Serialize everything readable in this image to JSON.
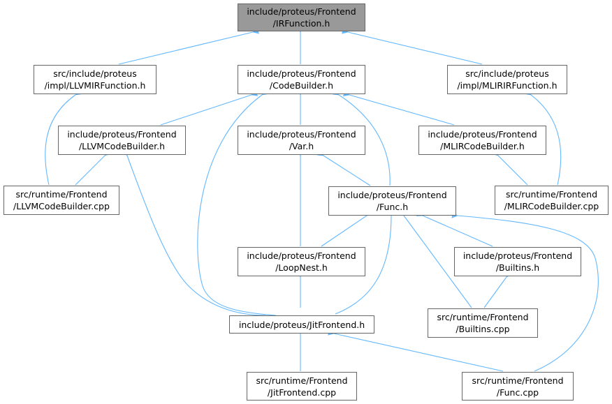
{
  "graph": {
    "edge_color": "#63b8ff",
    "node_border_color": "#666666",
    "root_fill_color": "#999999",
    "nodes": {
      "irfunction": {
        "line1": "include/proteus/Frontend",
        "line2": "/IRFunction.h"
      },
      "llvmirfunction": {
        "line1": "src/include/proteus",
        "line2": "/impl/LLVMIRFunction.h"
      },
      "codebuilder": {
        "line1": "include/proteus/Frontend",
        "line2": "/CodeBuilder.h"
      },
      "mlirirfunction": {
        "line1": "src/include/proteus",
        "line2": "/impl/MLIRIRFunction.h"
      },
      "llvmcodebuilder_h": {
        "line1": "include/proteus/Frontend",
        "line2": "/LLVMCodeBuilder.h"
      },
      "var": {
        "line1": "include/proteus/Frontend",
        "line2": "/Var.h"
      },
      "mlircodebuilder_h": {
        "line1": "include/proteus/Frontend",
        "line2": "/MLIRCodeBuilder.h"
      },
      "llvmcodebuilder_cpp": {
        "line1": "src/runtime/Frontend",
        "line2": "/LLVMCodeBuilder.cpp"
      },
      "func_h": {
        "line1": "include/proteus/Frontend",
        "line2": "/Func.h"
      },
      "mlircodebuilder_cpp": {
        "line1": "src/runtime/Frontend",
        "line2": "/MLIRCodeBuilder.cpp"
      },
      "loopnest": {
        "line1": "include/proteus/Frontend",
        "line2": "/LoopNest.h"
      },
      "builtins_h": {
        "line1": "include/proteus/Frontend",
        "line2": "/Builtins.h"
      },
      "jitfrontend_h": {
        "line1": "include/proteus/JitFrontend.h",
        "line2": ""
      },
      "builtins_cpp": {
        "line1": "src/runtime/Frontend",
        "line2": "/Builtins.cpp"
      },
      "jitfrontend_cpp": {
        "line1": "src/runtime/Frontend",
        "line2": "/JitFrontend.cpp"
      },
      "func_cpp": {
        "line1": "src/runtime/Frontend",
        "line2": "/Func.cpp"
      }
    }
  }
}
